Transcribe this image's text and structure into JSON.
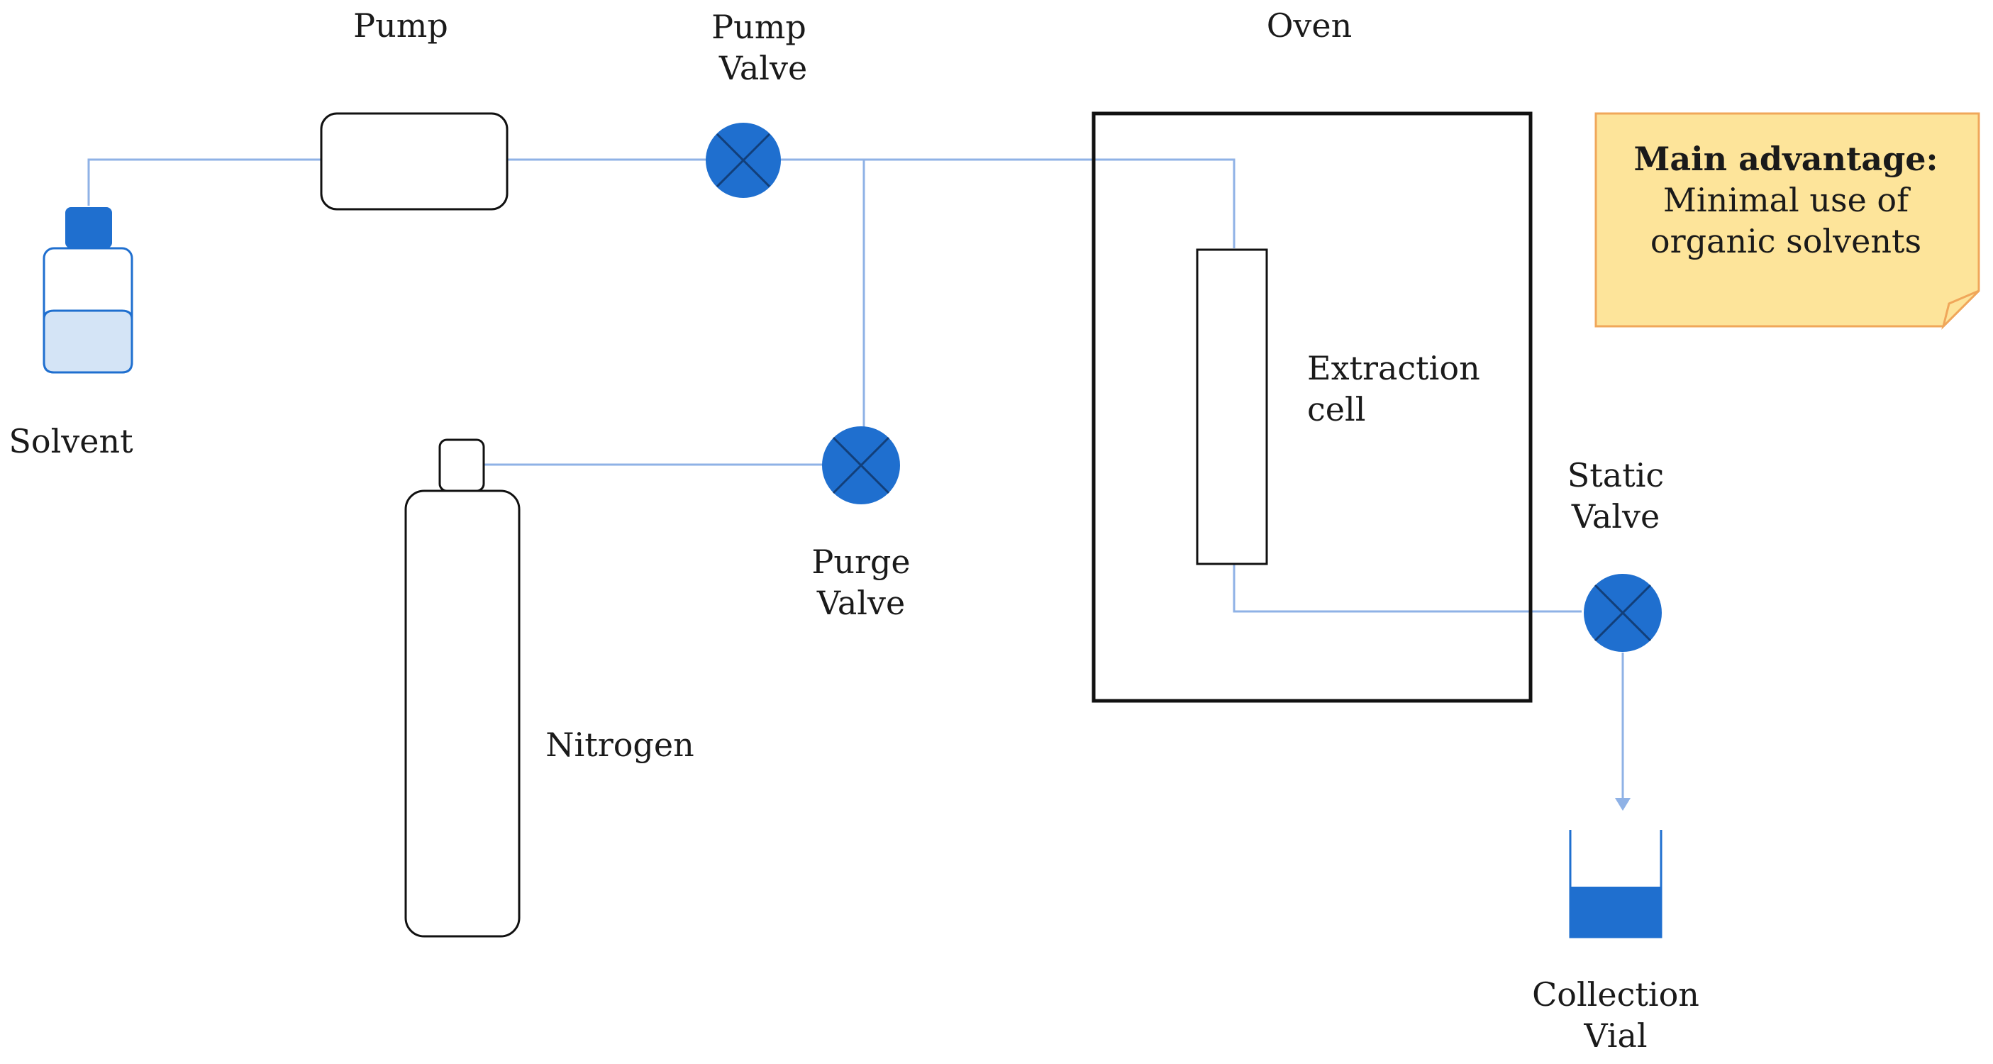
{
  "labels": {
    "pump": "Pump",
    "pump_valve_line1": "Pump",
    "pump_valve_line2": "Valve",
    "oven": "Oven",
    "solvent": "Solvent",
    "nitrogen": "Nitrogen",
    "purge_valve_line1": "Purge",
    "purge_valve_line2": "Valve",
    "extraction_cell_line1": "Extraction",
    "extraction_cell_line2": "cell",
    "static_valve_line1": "Static",
    "static_valve_line2": "Valve",
    "collection_vial_line1": "Collection",
    "collection_vial_line2": "Vial"
  },
  "note": {
    "title": "Main advantage:",
    "line1": "Minimal use of",
    "line2": "organic solvents"
  },
  "colors": {
    "line": "#8fb2e6",
    "valve": "#1f6fcf",
    "valve_dark": "#123f7a",
    "bottle_cap": "#1f6fcf",
    "bottle_liquid": "#d4e4f6",
    "vial_liquid": "#1f6fcf",
    "note_fill": "#fde49a",
    "note_border": "#f0a75a",
    "outline": "#111111"
  }
}
